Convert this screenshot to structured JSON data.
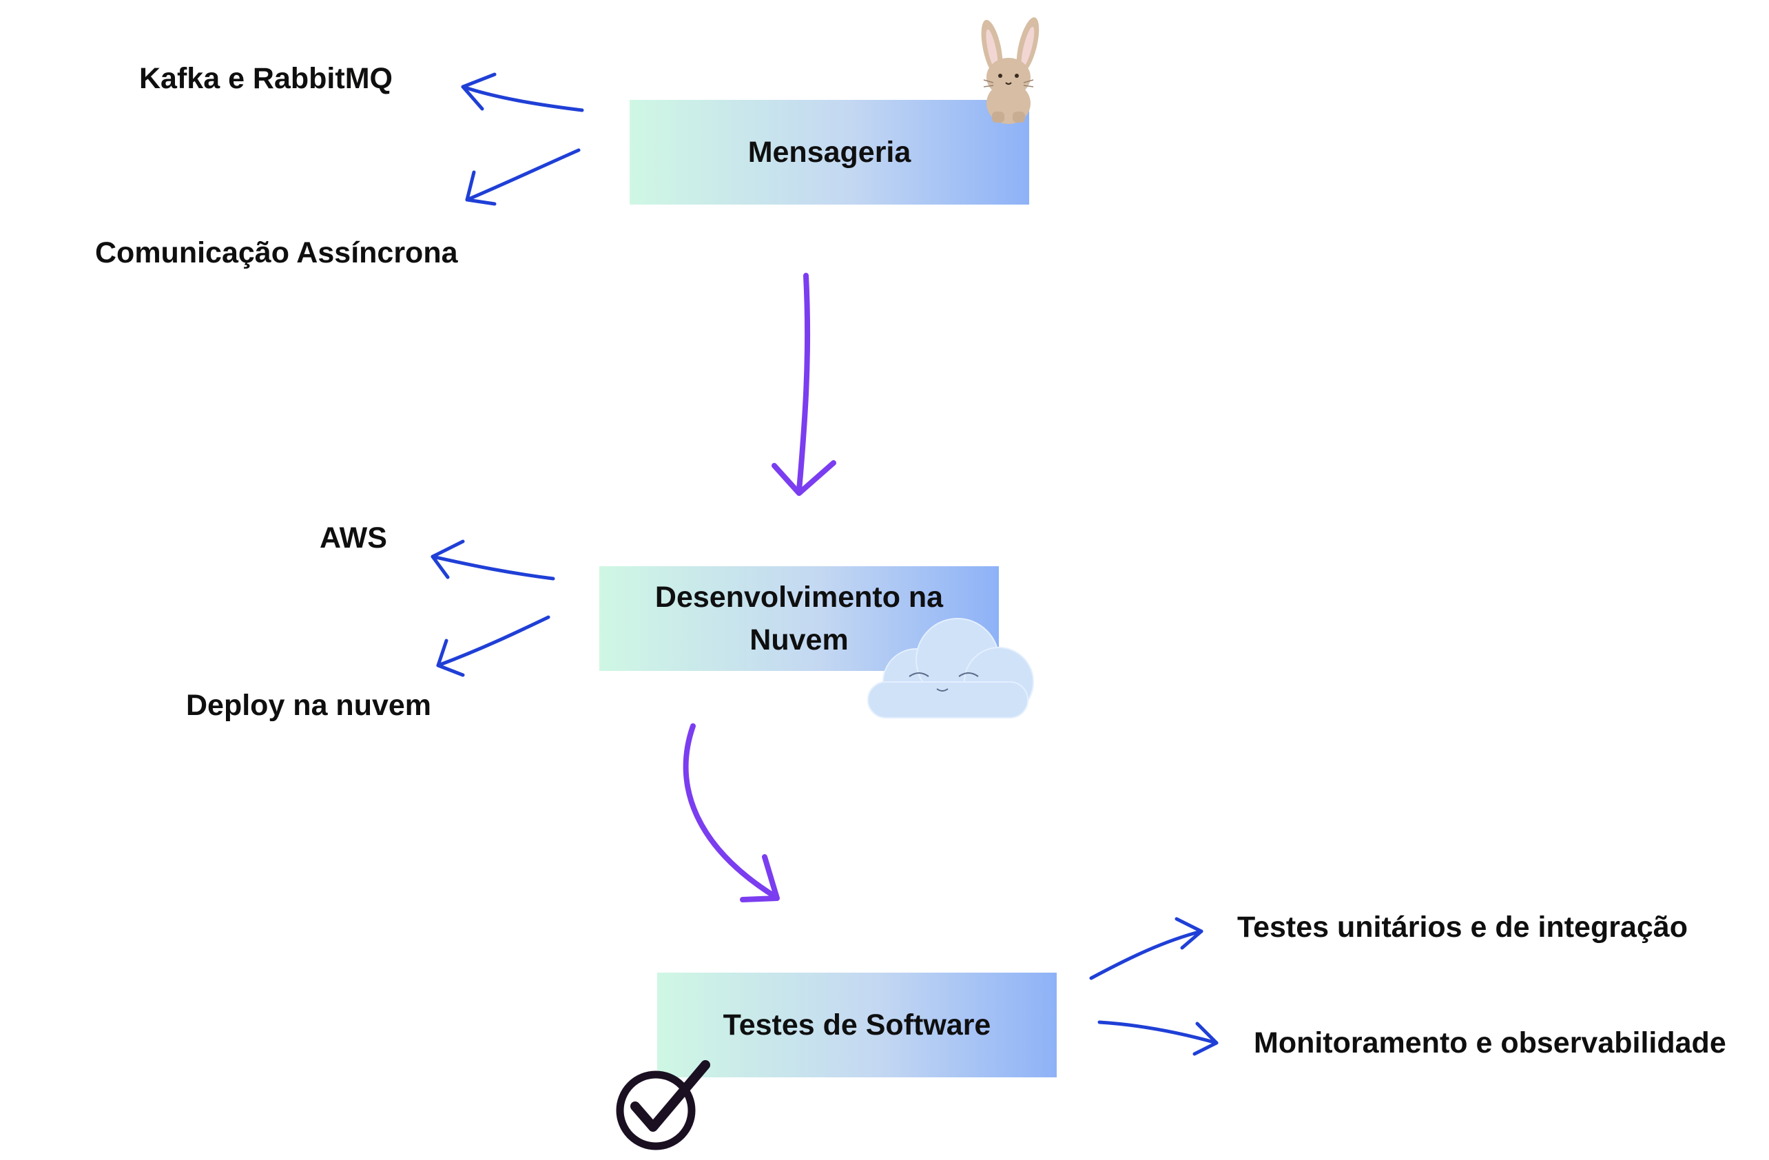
{
  "nodes": {
    "mensageria": {
      "label": "Mensageria",
      "gradient": [
        "#cff7e4",
        "#8eb2f7"
      ]
    },
    "nuvem": {
      "line1": "Desenvolvimento na",
      "line2": "Nuvem",
      "gradient": [
        "#cff7e4",
        "#8eb2f7"
      ]
    },
    "testes": {
      "label": "Testes de Software",
      "gradient": [
        "#cff7e4",
        "#8eb2f7"
      ]
    }
  },
  "branches": {
    "mensageria": [
      "Kafka e RabbitMQ",
      "Comunicação Assíncrona"
    ],
    "nuvem": [
      "AWS",
      "Deploy na nuvem"
    ],
    "testes": [
      "Testes unitários e de integração",
      "Monitoramento e observabilidade"
    ]
  },
  "decorations": [
    "bunny-icon",
    "cloud-icon",
    "checkmark-icon"
  ],
  "colors": {
    "branch_arrow": "#1f3fd6",
    "flow_arrow": "#7b3df0",
    "text": "#0f0f10",
    "cloud": "#cfe2f8",
    "bunny": "#d6bda3",
    "check_ring": "#1a1022"
  }
}
